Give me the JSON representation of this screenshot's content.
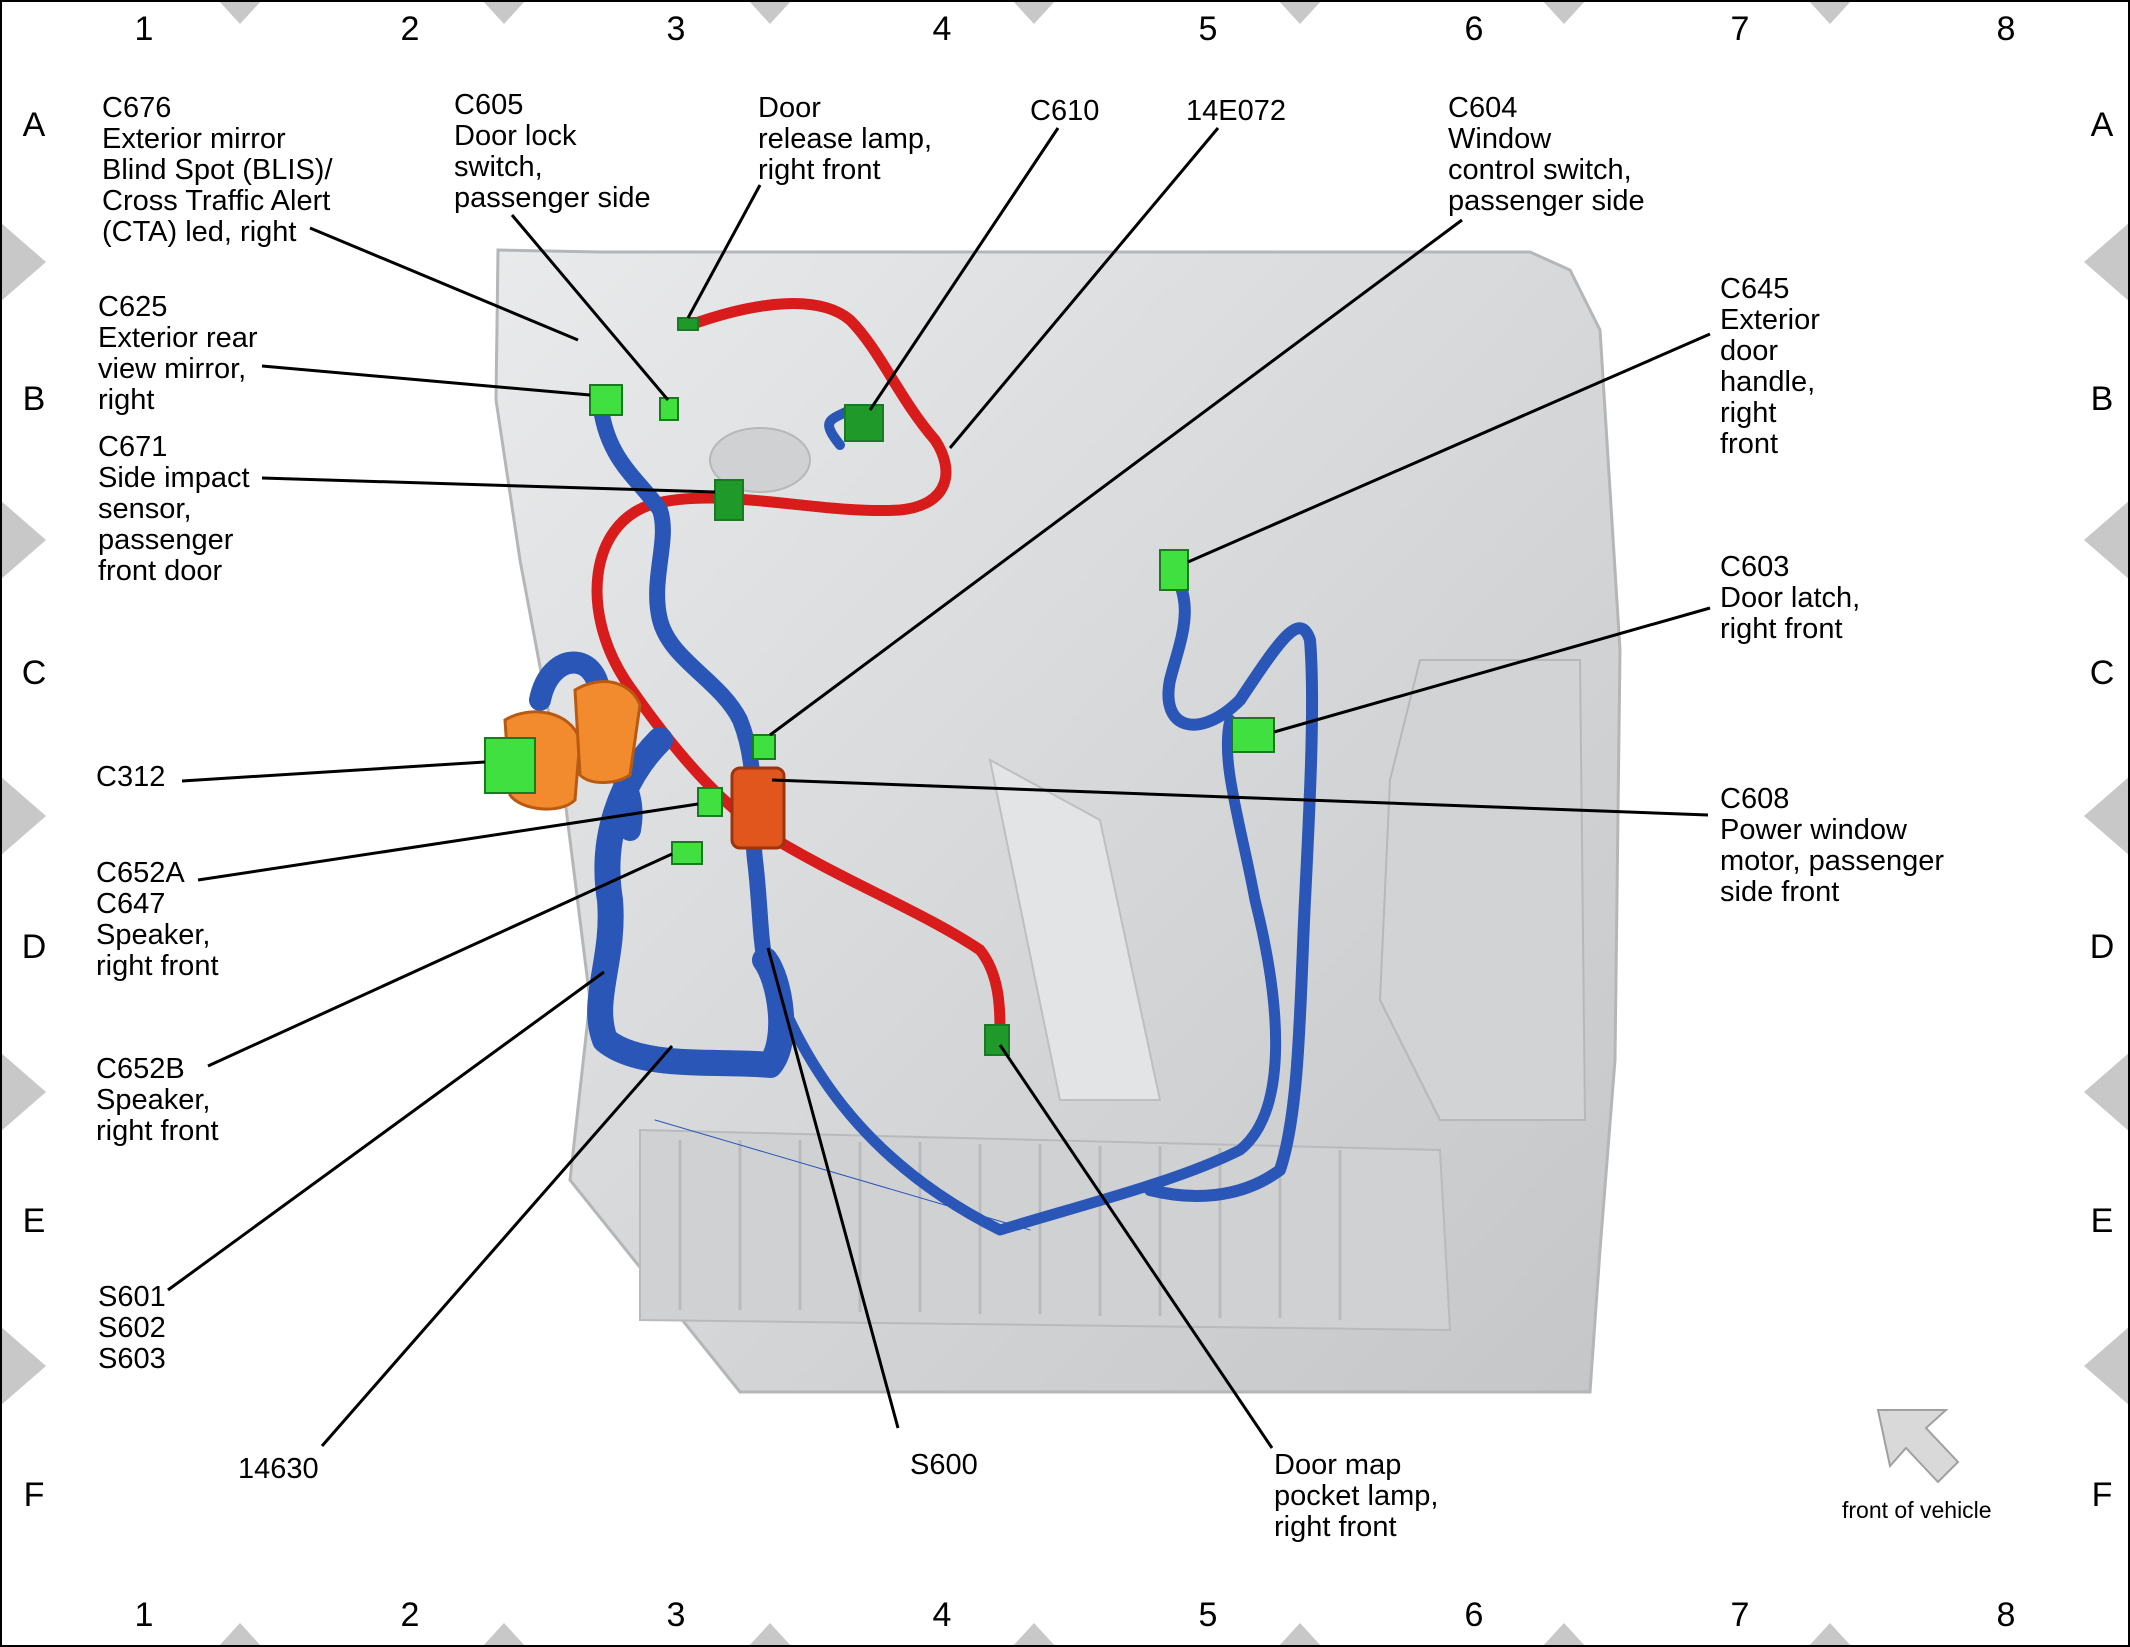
{
  "grid": {
    "columns": [
      "1",
      "2",
      "3",
      "4",
      "5",
      "6",
      "7",
      "8"
    ],
    "rows": [
      "A",
      "B",
      "C",
      "D",
      "E",
      "F"
    ]
  },
  "labels": {
    "c676": "C676\nExterior mirror\nBlind Spot (BLIS)/\nCross Traffic Alert\n(CTA) led, right",
    "c605": "C605\nDoor lock\nswitch,\npassenger side",
    "door_release_lamp": "Door\nrelease lamp,\nright front",
    "c610": "C610",
    "e14072": "14E072",
    "c604": "C604\nWindow\ncontrol switch,\npassenger side",
    "c625": "C625\nExterior rear\nview mirror,\nright",
    "c671": "C671\nSide impact\nsensor,\npassenger\nfront door",
    "c645": "C645\nExterior\ndoor\nhandle,\nright\nfront",
    "c603": "C603\nDoor latch,\nright front",
    "c312": "C312",
    "c608": "C608\nPower window\nmotor, passenger\nside front",
    "c652a": "C652A\nC647\nSpeaker,\nright front",
    "c652b": "C652B\nSpeaker,\nright front",
    "s601": "S601\nS602\nS603",
    "h14630": "14630",
    "s600": "S600",
    "door_map_lamp": "Door map\npocket lamp,\nright front",
    "front_of_vehicle": "front of vehicle"
  },
  "colors": {
    "harness_blue": "#2a56b8",
    "harness_red": "#d81c1c",
    "connector_green": "#3fe03f",
    "connector_dark_green": "#1f9a2a",
    "grommet_orange": "#f28a2e",
    "door_panel": "#d9dadb",
    "border_marker": "#c8c8c8"
  }
}
